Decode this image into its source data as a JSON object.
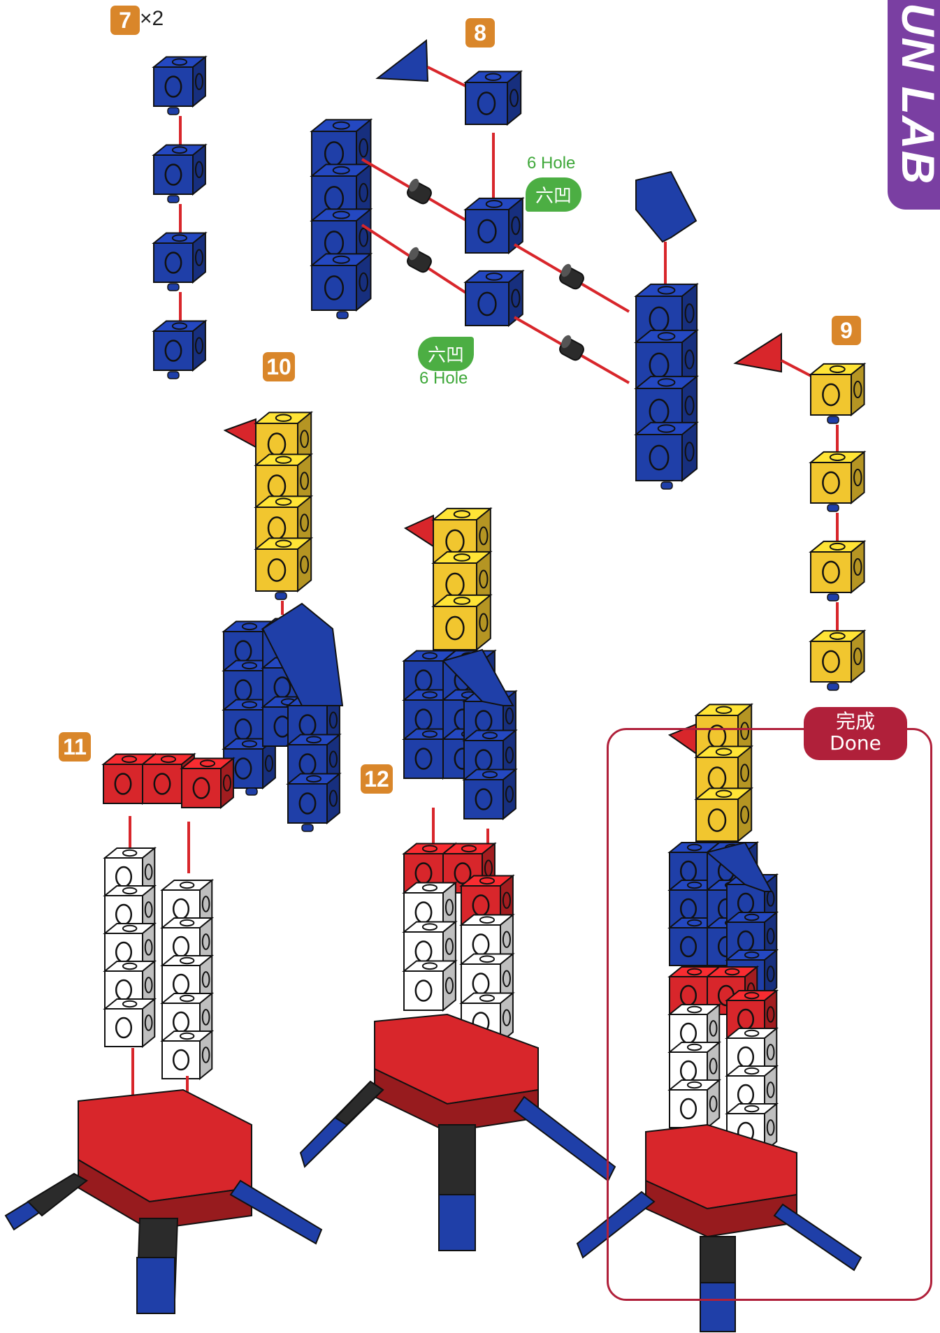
{
  "steps": {
    "s7": {
      "number": "7",
      "multiplier": "×2"
    },
    "s8": {
      "number": "8"
    },
    "s9": {
      "number": "9"
    },
    "s10": {
      "number": "10"
    },
    "s11": {
      "number": "11"
    },
    "s12": {
      "number": "12"
    }
  },
  "labels": {
    "hole_top_en": "6 Hole",
    "hole_top_zh": "六凹",
    "hole_bottom_zh": "六凹",
    "hole_bottom_en": "6 Hole"
  },
  "done": {
    "zh": "完成",
    "en": "Done"
  },
  "side_tab": {
    "text": "UN LAB"
  },
  "colors": {
    "step_badge": "#d9862a",
    "blue": "#1f3fa8",
    "yellow": "#f1c62f",
    "red": "#d8262b",
    "white": "#ffffff",
    "black": "#2b2b2b",
    "connector": "#d8262b",
    "hole_label": "#4cae43",
    "done_frame": "#b0203a",
    "side_tab": "#7a3fa2"
  }
}
